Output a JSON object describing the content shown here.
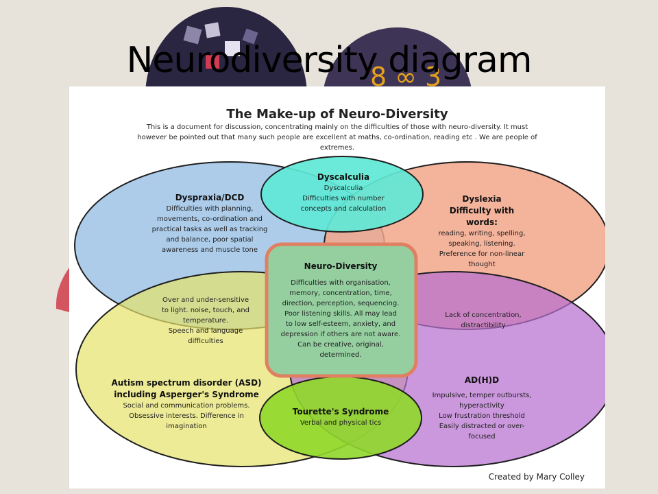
{
  "slide_title": "Neurodiversity diagram",
  "document": {
    "title": "The Make-up of Neuro-Diversity",
    "intro": "This is a document for discussion, concentrating mainly on the difficulties of those with neuro-diversity. It must however be pointed out that many such people are excellent at maths, co-ordination, reading etc . We are people of extremes.",
    "credit": "Created by Mary Colley"
  },
  "regions": {
    "dyspraxia": {
      "title": "Dyspraxia/DCD",
      "body": "Difficulties with planning, movements, co-ordination and practical tasks as well as tracking and balance, poor spatial awareness and muscle tone"
    },
    "dyscalculia": {
      "title": "Dyscalculia",
      "subtitle": "Dyscalculia",
      "body": "Difficulties with number concepts and calculation"
    },
    "dyslexia": {
      "title": "Dyslexia",
      "subtitle": "Difficulty with words:",
      "body": "reading, writing, spelling, speaking, listening. Preference for non-linear thought"
    },
    "neuro_diversity": {
      "title": "Neuro-Diversity",
      "body": "Difficulties with organisation, memory, concentration, time, direction, perception, sequencing. Poor listening skills. All may lead to low self-esteem, anxiety, and depression if others are not aware. Can be creative, original, determined."
    },
    "sensory_overlap": {
      "body": "Over and under-sensitive to light. noise, touch, and temperature.",
      "body2": "Speech and language difficulties"
    },
    "concentration_overlap": {
      "body": "Lack of concentration, distractibility"
    },
    "asd": {
      "title": "Autism spectrum disorder (ASD) including Asperger's Syndrome",
      "body": "Social and communication problems. Obsessive interests. Difference in imagination"
    },
    "adhd": {
      "title": "AD(H)D",
      "body": "Impulsive, temper outbursts, hyperactivity",
      "body2": "Low frustration threshold",
      "body3": "Easily distracted or over-focused"
    },
    "tourettes": {
      "title": "Tourette's Syndrome",
      "body": "Verbal and physical tics"
    }
  },
  "colors": {
    "dyspraxia": "#9dc3e6",
    "dyslexia": "#f2a68a",
    "autism": "#e9e56c",
    "adhd": "#c084d4",
    "dyscalculia": "#5fe8d6",
    "tourettes": "#8fd82a",
    "neuro_diversity": "#95cfa0",
    "neuro_diversity_border": "#e07f62",
    "page_background": "#e7e3da"
  }
}
